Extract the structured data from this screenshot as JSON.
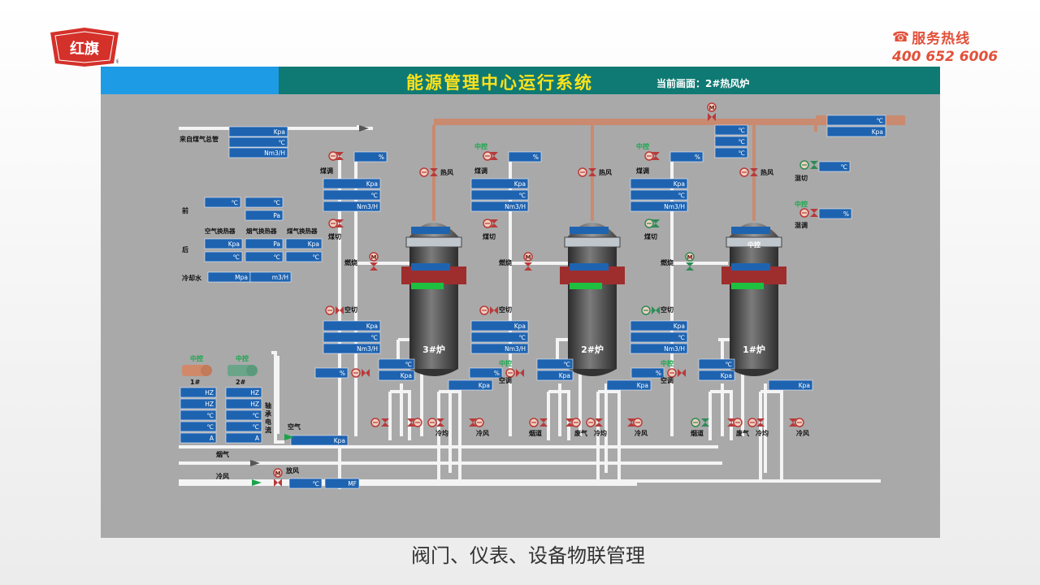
{
  "brand": {
    "logo_text": "红旗",
    "hotline_label": "服务热线",
    "hotline_number": "400 652 6006"
  },
  "header": {
    "title": "能源管理中心运行系统",
    "current_screen": "当前画面：2#热风炉"
  },
  "caption": "阀门、仪表、设备物联管理",
  "colors": {
    "header_blue": "#1e9be5",
    "header_teal": "#0f7a73",
    "title": "#ffe21a",
    "instrument": "#1e63b0",
    "pipe_hot": "#c98a70",
    "pipe_cold": "#f4f4f4",
    "panel_bg": "#a9a9a9",
    "valve_red": "#b83a3a",
    "valve_green": "#2e8b57",
    "zhongkong": "#17a84a"
  },
  "labels": {
    "coal_gas_main": "来自煤气总管",
    "front": "前",
    "rear": "后",
    "cooling_water": "冷却水",
    "air_hx": "空气换热器",
    "flue_hx": "烟气换热器",
    "gas_hx": "煤气换热器",
    "bearing_current": "轴承电流",
    "fan1": "1#",
    "fan2": "2#",
    "zhongkong": "中控",
    "air": "空气",
    "flue": "烟气",
    "cold_air": "冷风",
    "vent": "放风",
    "coal_adjust": "煤调",
    "coal_cut": "煤切",
    "burn": "燃烧",
    "air_cut": "空切",
    "air_adjust": "空调",
    "hot_air": "热风",
    "flue_through": "烟道",
    "waste_gas": "废气",
    "cold_avg": "冷均",
    "mix_cut": "混切",
    "mix_adjust": "混调",
    "furnace_center": "中控",
    "motor": "M"
  },
  "units": {
    "kpa": "Kpa",
    "degc": "℃",
    "flow": "Nm3/H",
    "pct": "%",
    "pa": "Pa",
    "mpa": "Mpa",
    "m3h": "m3/H",
    "hz": "HZ",
    "amp": "A",
    "mf": "MF"
  },
  "furnaces": [
    {
      "name": "3#炉"
    },
    {
      "name": "2#炉"
    },
    {
      "name": "1#炉"
    }
  ]
}
